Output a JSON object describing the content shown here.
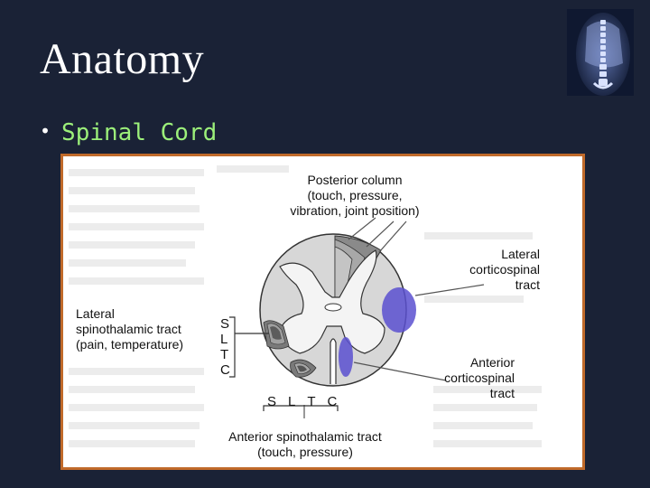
{
  "slide": {
    "title": "Anatomy",
    "bullet": "Spinal Cord"
  },
  "figure": {
    "posterior_column": [
      "Posterior column",
      "(touch, pressure,",
      "vibration, joint position)"
    ],
    "lateral_corticospinal": [
      "Lateral",
      "corticospinal",
      "tract"
    ],
    "lateral_spinothalamic": [
      "Lateral",
      "spinothalamic tract",
      "(pain, temperature)"
    ],
    "anterior_corticospinal": [
      "Anterior",
      "corticospinal",
      "tract"
    ],
    "anterior_spinothalamic": [
      "Anterior spinothalamic tract",
      "(touch, pressure)"
    ],
    "segment_letters_vertical": [
      "S",
      "L",
      "T",
      "C"
    ],
    "segment_letters_horizontal": [
      "S",
      "L",
      "T",
      "C"
    ]
  },
  "colors": {
    "background": "#1a2236",
    "title": "#ffffff",
    "bullet_text": "#9cf07a",
    "frame_border": "#c06a2a",
    "tract_highlight": "#5a50d0"
  }
}
